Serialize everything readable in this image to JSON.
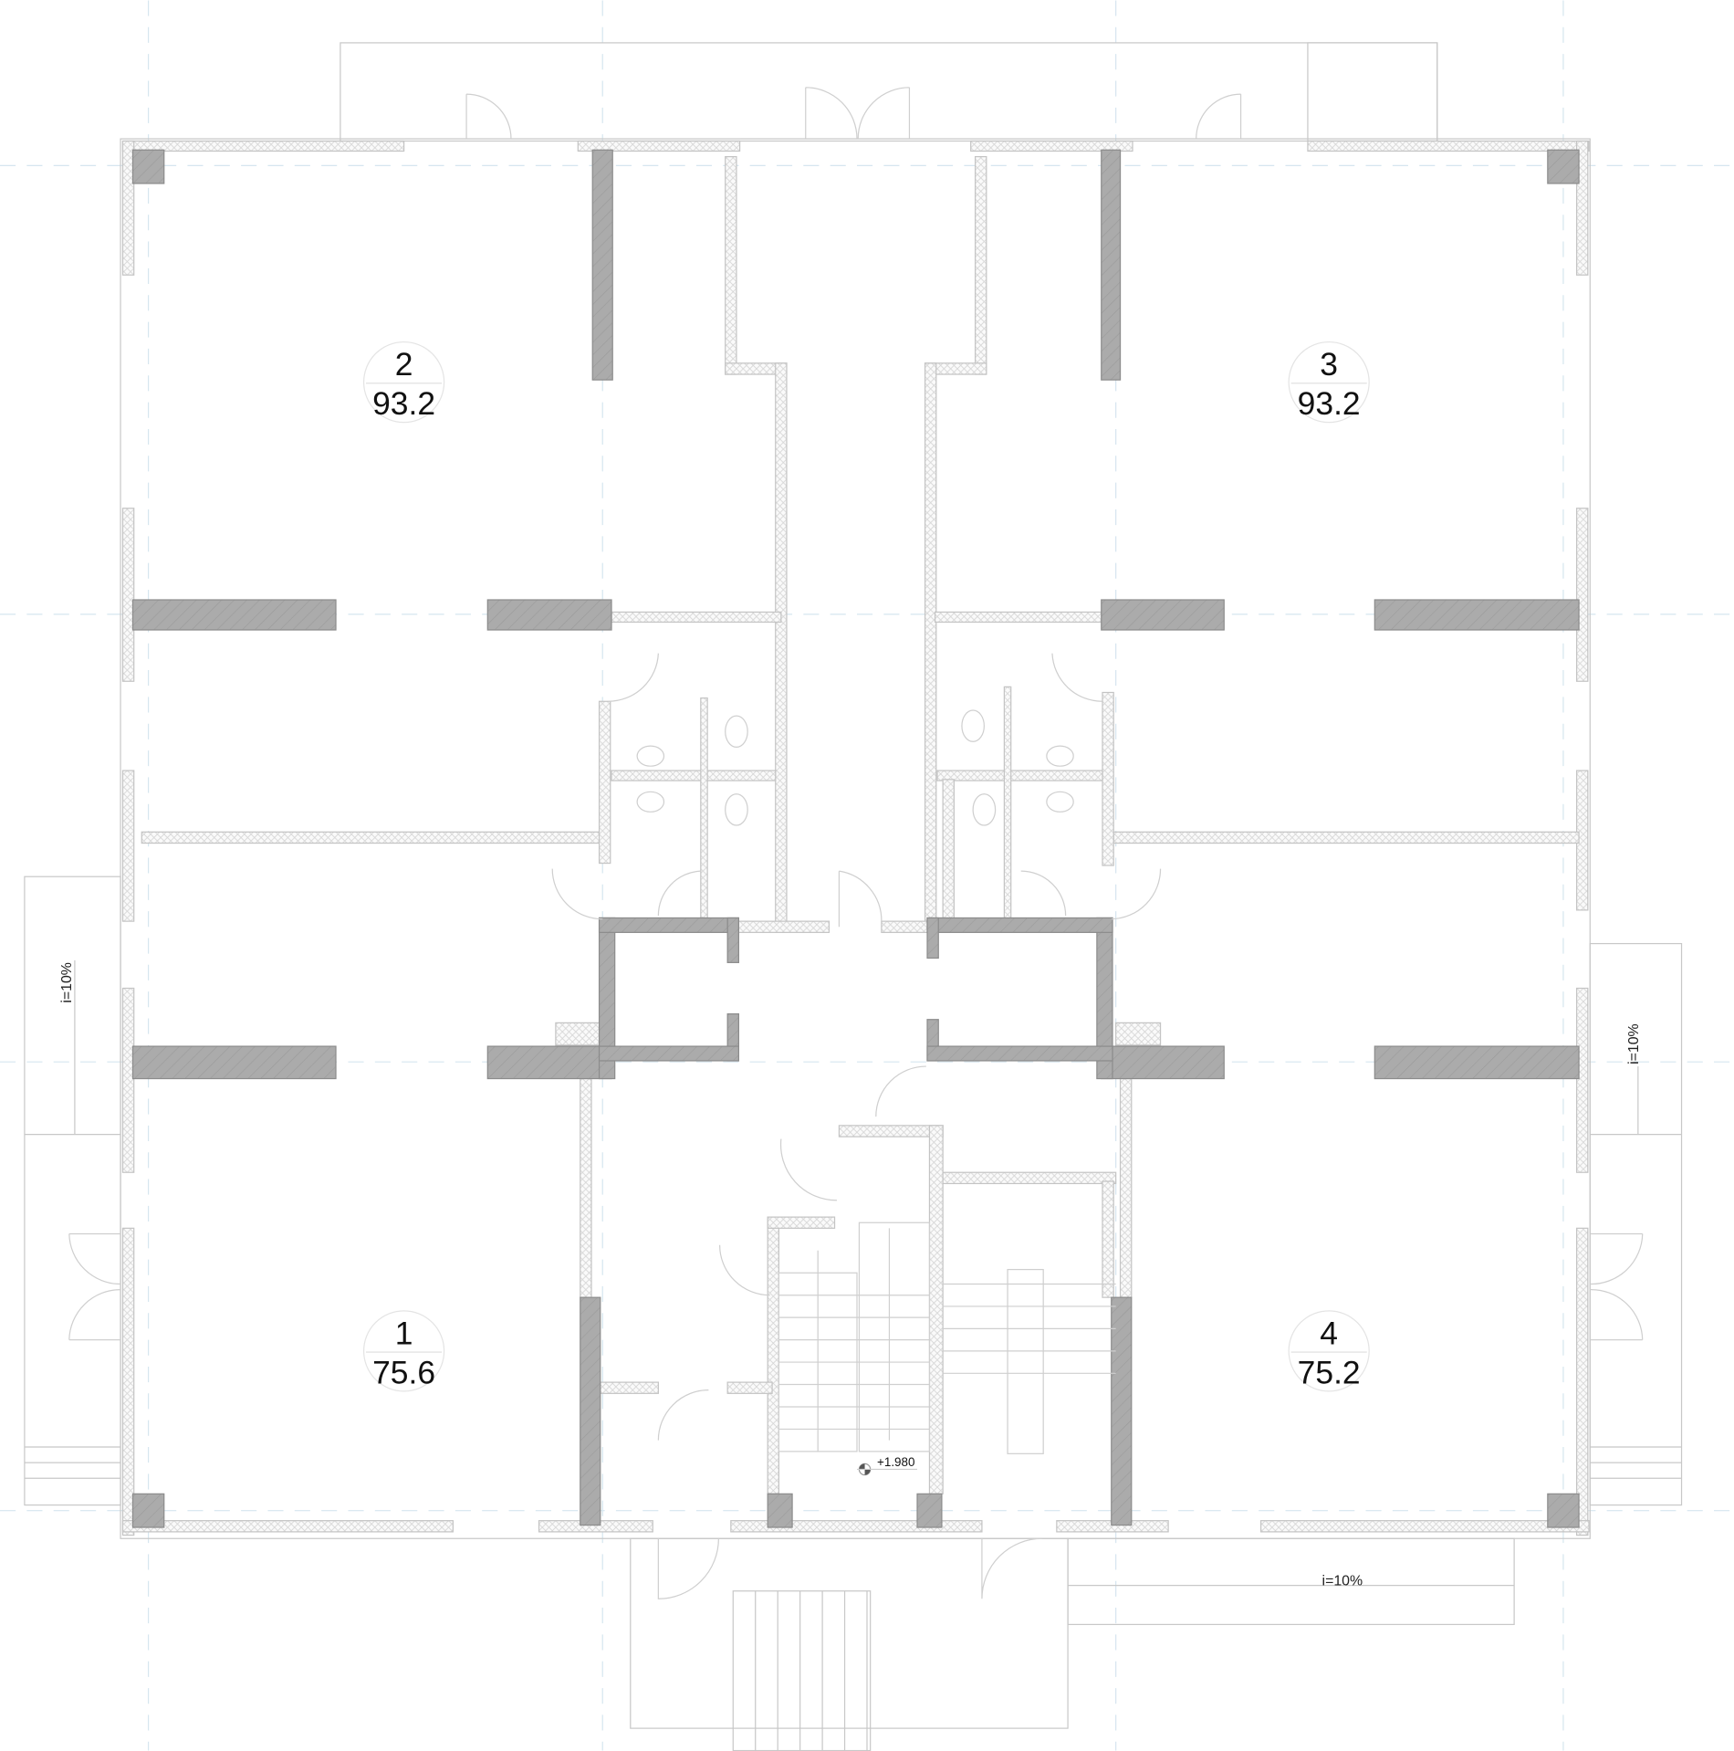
{
  "plan": {
    "rooms": [
      {
        "number": "2",
        "area": "93.2"
      },
      {
        "number": "3",
        "area": "93.2"
      },
      {
        "number": "1",
        "area": "75.6"
      },
      {
        "number": "4",
        "area": "75.2"
      }
    ],
    "level_mark": "+1.980",
    "slopes": {
      "left": "i=10%",
      "right": "i=10%",
      "bottom": "i=10%"
    },
    "colors": {
      "structural_wall": "#a9a9a9",
      "line": "#c8c8c8",
      "grid": "#cfe3ee"
    }
  }
}
